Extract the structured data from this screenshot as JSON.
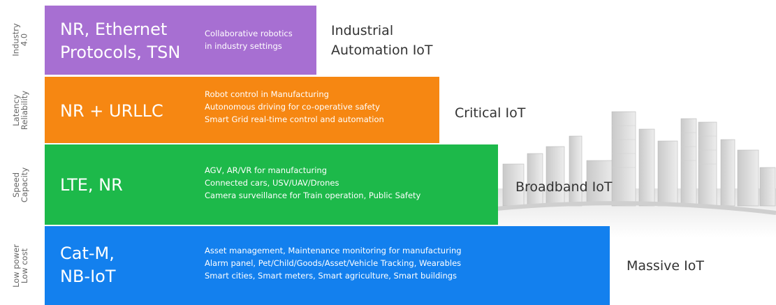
{
  "colors": {
    "industry": "#a76fd2",
    "critical": "#f68712",
    "broadband": "#1db94a",
    "massive": "#1380ee"
  },
  "rows": [
    {
      "side_label": [
        "Industry",
        "4.0"
      ],
      "technology": [
        "NR, Ethernet",
        "Protocols, TSN"
      ],
      "use_cases": [
        "Collaborative robotics",
        "in industry settings"
      ],
      "category": [
        "Industrial",
        "Automation IoT"
      ]
    },
    {
      "side_label": [
        "Latency",
        "Reliability"
      ],
      "technology": [
        "NR + URLLC"
      ],
      "use_cases": [
        "Robot control in Manufacturing",
        "Autonomous driving for co-operative safety",
        "Smart Grid  real-time control and automation"
      ],
      "category": [
        "Critical IoT"
      ]
    },
    {
      "side_label": [
        "Speed",
        "Capacity"
      ],
      "technology": [
        "LTE, NR"
      ],
      "use_cases": [
        "AGV, AR/VR for manufacturing",
        "Connected cars, USV/UAV/Drones",
        "Camera surveillance for Train operation, Public Safety"
      ],
      "category": [
        "Broadband IoT"
      ]
    },
    {
      "side_label": [
        "Low power",
        "Low cost"
      ],
      "technology": [
        "Cat-M,",
        "NB-IoT"
      ],
      "use_cases": [
        "Asset management, Maintenance monitoring for manufacturing",
        "Alarm panel, Pet/Child/Goods/Asset/Vehicle Tracking, Wearables",
        "Smart cities, Smart meters,  Smart agriculture, Smart buildings"
      ],
      "category": [
        "Massive IoT"
      ]
    }
  ]
}
